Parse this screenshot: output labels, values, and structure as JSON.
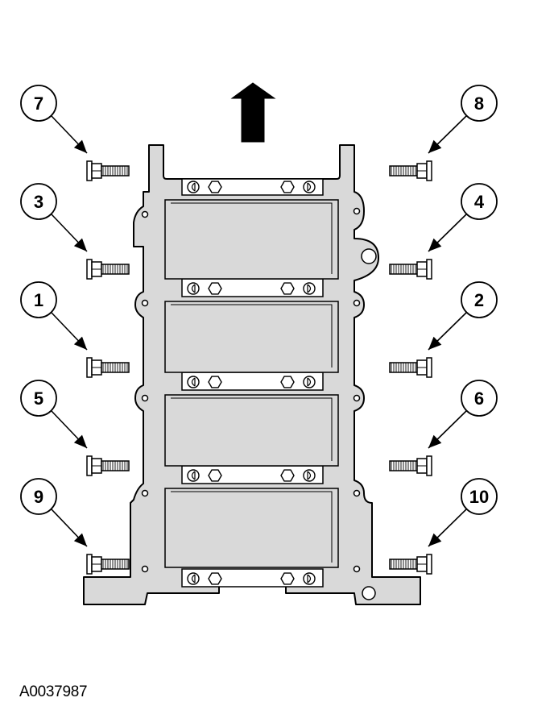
{
  "diagram": {
    "reference_id": "A0037987",
    "colors": {
      "fill": "#d9d9d9",
      "stroke": "#000000",
      "background": "#ffffff"
    },
    "direction_arrow": "up-arrow-icon",
    "bolts": [
      {
        "number": "7",
        "side": "left"
      },
      {
        "number": "8",
        "side": "right"
      },
      {
        "number": "3",
        "side": "left"
      },
      {
        "number": "4",
        "side": "right"
      },
      {
        "number": "1",
        "side": "left"
      },
      {
        "number": "2",
        "side": "right"
      },
      {
        "number": "5",
        "side": "left"
      },
      {
        "number": "6",
        "side": "right"
      },
      {
        "number": "9",
        "side": "left"
      },
      {
        "number": "10",
        "side": "right"
      }
    ]
  }
}
